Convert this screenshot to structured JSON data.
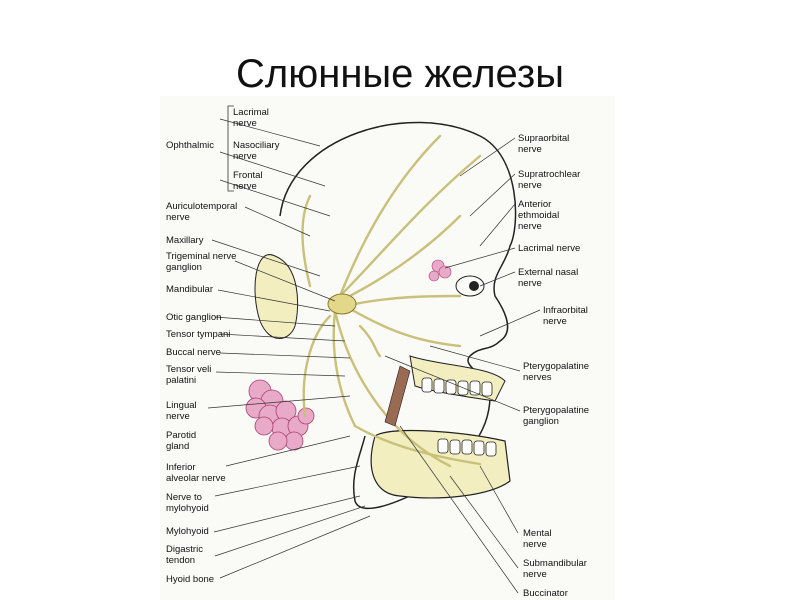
{
  "slide": {
    "title": "Слюнные железы"
  },
  "labels": {
    "lacrimal_nerve": "Lacrimal\nnerve",
    "nasociliary_nerve": "Nasociliary\nnerve",
    "frontal_nerve": "Frontal\nnerve",
    "ophthalmic": "Ophthalmic",
    "auriculotemporal_nerve": "Auriculotemporal\nnerve",
    "maxillary": "Maxillary",
    "trigeminal_nerve_ganglion": "Trigeminal nerve\nganglion",
    "mandibular": "Mandibular",
    "otic_ganglion": "Otic ganglion",
    "tensor_tympani": "Tensor tympani",
    "buccal_nerve": "Buccal nerve",
    "tensor_veli_palatini": "Tensor veli\npalatini",
    "lingual_nerve": "Lingual\nnerve",
    "parotid_gland": "Parotid\ngland",
    "inferior_alveolar_nerve": "Inferior\nalveolar nerve",
    "nerve_to_mylohyoid": "Nerve to\nmylohyoid",
    "mylohyoid": "Mylohyoid",
    "digastric_tendon": "Digastric\ntendon",
    "hyoid_bone": "Hyoid bone",
    "supraorbital_nerve": "Supraorbital\nnerve",
    "supratrochlear_nerve": "Supratrochlear\nnerve",
    "anterior_ethmoidal_nerve": "Anterior\nethmoidal\nnerve",
    "lacrimal_nerve_right": "Lacrimal nerve",
    "external_nasal_nerve": "External nasal\nnerve",
    "infraorbital_nerve": "Infraorbital\nnerve",
    "pterygopalatine_nerves": "Pterygopalatine\nnerves",
    "pterygopalatine_ganglion": "Pterygopalatine\nganglion",
    "mental_nerve": "Mental\nnerve",
    "submandibular_nerve": "Submandibular\nnerve",
    "buccinator": "Buccinator"
  },
  "colors": {
    "nerve": "#c9c07a",
    "bone_fill": "#f2eec0",
    "gland": "#e9a9c9",
    "leader": "#333333"
  }
}
